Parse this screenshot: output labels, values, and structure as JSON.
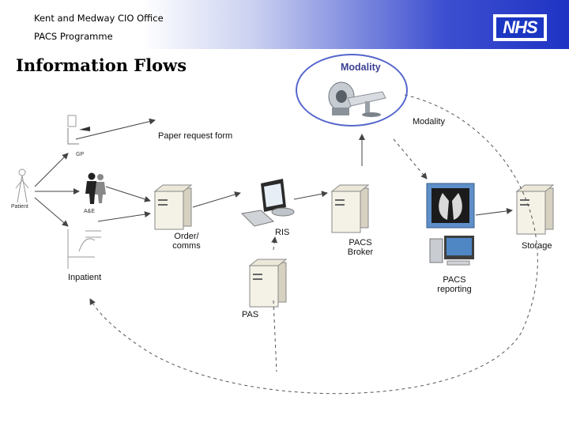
{
  "header": {
    "line1": "Kent and Medway CIO Office",
    "line2": "PACS Programme",
    "logo_text": "NHS",
    "background_start": "#ffffff",
    "background_end": "#1f33c4"
  },
  "title": "Information Flows",
  "modality_callout": "Modality",
  "labels": {
    "modality": "Modality",
    "paper_request_form": "Paper request form",
    "gp": "GP",
    "patient": "Patient",
    "ae": "A&E",
    "inpatient": "Inpatient",
    "order_comms_line1": "Order/",
    "order_comms_line2": "comms",
    "ris": "RIS",
    "pacs_broker_line1": "PACS",
    "pacs_broker_line2": "Broker",
    "pacs_reporting_line1": "PACS",
    "pacs_reporting_line2": "reporting",
    "storage": "Storage",
    "pas": "PAS"
  },
  "colors": {
    "accent": "#3b3f92",
    "ellipse": "#5566cc",
    "logo": "#1b36c2",
    "arrow": "#444444"
  }
}
